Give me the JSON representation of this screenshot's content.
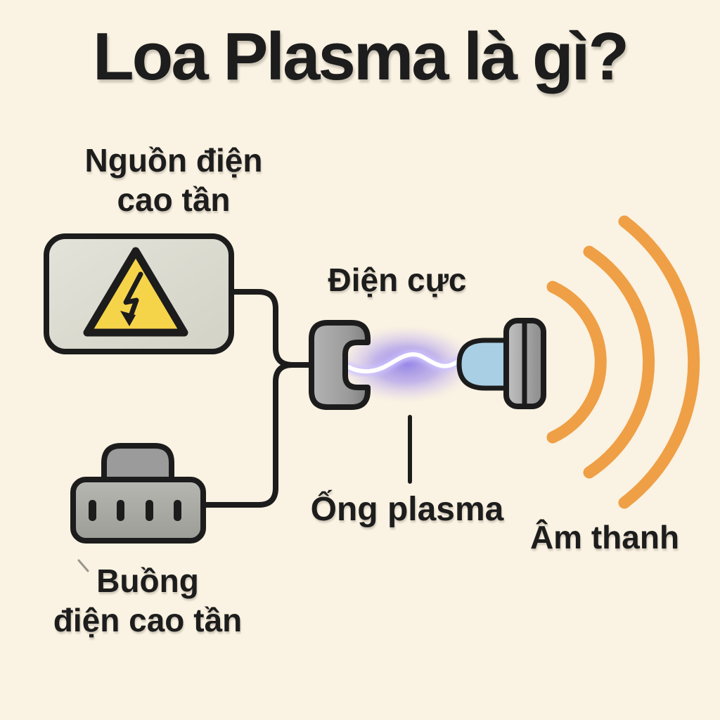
{
  "title": "Loa Plasma là gì?",
  "labels": {
    "power": {
      "line1": "Nguồn điện",
      "line2": "cao tần"
    },
    "electrode": "Điện cực",
    "plasma_tube": "Ống plasma",
    "sound": "Âm thanh",
    "chamber": {
      "line1": "Buồng",
      "line2": "điện cao tần"
    }
  },
  "icons": {
    "high_voltage_warning": "warning-triangle-lightning-icon",
    "power_plug": "plug-icon",
    "plasma_arc": "plasma-arc-icon",
    "sound_waves": "sound-waves-icon"
  },
  "colors": {
    "background": "#faf2e2",
    "text": "#1d1d1d",
    "outline": "#1c1c1c",
    "panel_gray": "#dcdcd3",
    "warning_yellow": "#f6d44a",
    "electrode_gray": "#9e9e9e",
    "plasma_glow_purple": "#8f7ee8",
    "plasma_arc_white": "#ffffff",
    "electrode_tip_blue": "#a9cfe4",
    "sound_wave_orange": "#ef9f45",
    "plug_gray": "#a9a9a9"
  }
}
